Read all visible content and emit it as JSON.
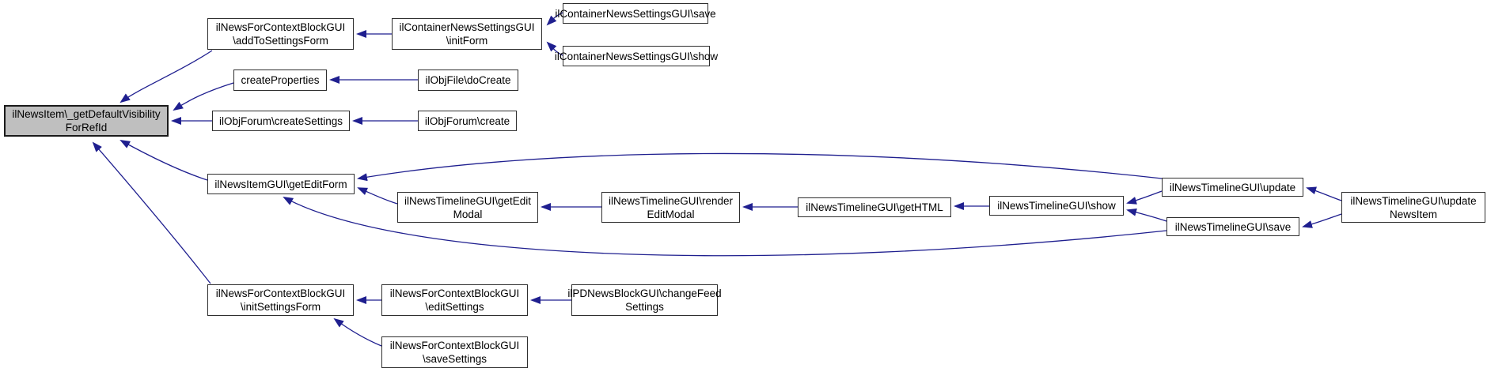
{
  "graph": {
    "type": "doxygen-caller-graph",
    "highlighted_node": "ilNewsItem\\_getDefaultVisibilityForRefId",
    "colors": {
      "edge": "#1f1f8f",
      "node_border": "#2e2e2e",
      "node_fill": "#ffffff",
      "highlight_fill": "#bfbfbf",
      "background": "#ffffff",
      "text": "#000000"
    },
    "nodes": [
      {
        "id": "getDefaultVisibilityForRefId",
        "line1": "ilNewsItem\\_getDefaultVisibility",
        "line2": "ForRefId",
        "highlighted": true
      },
      {
        "id": "addToSettingsForm",
        "line1": "ilNewsForContextBlockGUI",
        "line2": "\\addToSettingsForm"
      },
      {
        "id": "initForm",
        "line1": "ilContainerNewsSettingsGUI",
        "line2": "\\initForm"
      },
      {
        "id": "containerSave",
        "line1": "ilContainerNewsSettingsGUI\\save"
      },
      {
        "id": "containerShow",
        "line1": "ilContainerNewsSettingsGUI\\show"
      },
      {
        "id": "createProperties",
        "line1": "createProperties"
      },
      {
        "id": "doCreate",
        "line1": "ilObjFile\\doCreate"
      },
      {
        "id": "createSettings",
        "line1": "ilObjForum\\createSettings"
      },
      {
        "id": "forumCreate",
        "line1": "ilObjForum\\create"
      },
      {
        "id": "getEditForm",
        "line1": "ilNewsItemGUI\\getEditForm"
      },
      {
        "id": "getEditModal",
        "line1": "ilNewsTimelineGUI\\getEdit",
        "line2": "Modal"
      },
      {
        "id": "renderEditModal",
        "line1": "ilNewsTimelineGUI\\render",
        "line2": "EditModal"
      },
      {
        "id": "getHTML",
        "line1": "ilNewsTimelineGUI\\getHTML"
      },
      {
        "id": "timelineShow",
        "line1": "ilNewsTimelineGUI\\show"
      },
      {
        "id": "timelineUpdate",
        "line1": "ilNewsTimelineGUI\\update"
      },
      {
        "id": "timelineSave",
        "line1": "ilNewsTimelineGUI\\save"
      },
      {
        "id": "updateNewsItem",
        "line1": "ilNewsTimelineGUI\\update",
        "line2": "NewsItem"
      },
      {
        "id": "initSettingsForm",
        "line1": "ilNewsForContextBlockGUI",
        "line2": "\\initSettingsForm"
      },
      {
        "id": "editSettings",
        "line1": "ilNewsForContextBlockGUI",
        "line2": "\\editSettings"
      },
      {
        "id": "saveSettings",
        "line1": "ilNewsForContextBlockGUI",
        "line2": "\\saveSettings"
      },
      {
        "id": "changeFeedSettings",
        "line1": "ilPDNewsBlockGUI\\changeFeed",
        "line2": "Settings"
      }
    ],
    "edges": [
      {
        "from": "addToSettingsForm",
        "to": "getDefaultVisibilityForRefId"
      },
      {
        "from": "createProperties",
        "to": "getDefaultVisibilityForRefId"
      },
      {
        "from": "createSettings",
        "to": "getDefaultVisibilityForRefId"
      },
      {
        "from": "getEditForm",
        "to": "getDefaultVisibilityForRefId"
      },
      {
        "from": "initSettingsForm",
        "to": "getDefaultVisibilityForRefId"
      },
      {
        "from": "initForm",
        "to": "addToSettingsForm"
      },
      {
        "from": "containerSave",
        "to": "initForm"
      },
      {
        "from": "containerShow",
        "to": "initForm"
      },
      {
        "from": "doCreate",
        "to": "createProperties"
      },
      {
        "from": "forumCreate",
        "to": "createSettings"
      },
      {
        "from": "getEditModal",
        "to": "getEditForm"
      },
      {
        "from": "timelineUpdate",
        "to": "getEditForm"
      },
      {
        "from": "timelineSave",
        "to": "getEditForm"
      },
      {
        "from": "renderEditModal",
        "to": "getEditModal"
      },
      {
        "from": "getHTML",
        "to": "renderEditModal"
      },
      {
        "from": "timelineShow",
        "to": "getHTML"
      },
      {
        "from": "timelineUpdate",
        "to": "timelineShow"
      },
      {
        "from": "timelineSave",
        "to": "timelineShow"
      },
      {
        "from": "updateNewsItem",
        "to": "timelineUpdate"
      },
      {
        "from": "updateNewsItem",
        "to": "timelineSave"
      },
      {
        "from": "editSettings",
        "to": "initSettingsForm"
      },
      {
        "from": "saveSettings",
        "to": "initSettingsForm"
      },
      {
        "from": "changeFeedSettings",
        "to": "editSettings"
      }
    ]
  }
}
